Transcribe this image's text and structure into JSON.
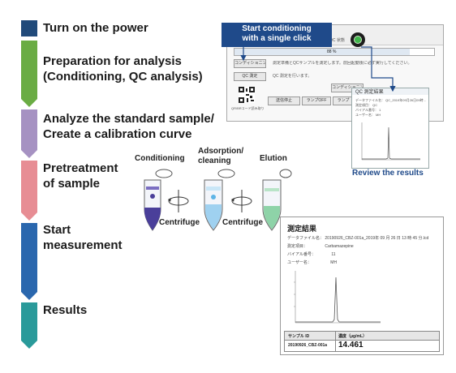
{
  "steps": [
    {
      "lines": [
        "Turn on the power"
      ],
      "color": "#214a7a"
    },
    {
      "lines": [
        "Preparation for analysis",
        "(Conditioning, QC analysis)"
      ],
      "color": "#6aac44"
    },
    {
      "lines": [
        "Analyze the standard sample/",
        "Create a calibration curve"
      ],
      "color": "#a692c2"
    },
    {
      "lines": [
        "Pretreatment",
        "of sample"
      ],
      "color": "#e78d94"
    },
    {
      "lines": [
        "Start",
        "measurement"
      ],
      "color": "#2a67ae"
    },
    {
      "lines": [
        "Results"
      ],
      "color": "#2a9a9a"
    }
  ],
  "callout": [
    "Start conditioning",
    "with a single click"
  ],
  "review_label": "Review the results",
  "process": {
    "conditioning": "Conditioning",
    "adsorption": [
      "Adsorption/",
      "cleaning"
    ],
    "elution": "Elution",
    "centrifuge": "Centrifuge"
  },
  "app": {
    "progress_text": "88 %",
    "qc_label": "QC 状態",
    "cond_button": "コンディショニング",
    "cond_message": "測定準備とQCサンプルを測定します。前回起動後に必ず実行してください。",
    "qc_button": "QC 測定",
    "qc_message": "QC 測定を行います。",
    "cond_button2": "コンディショニング",
    "barcode_caption": "QR/BRコード読み取り",
    "button_group": [
      "送信停止",
      "ランプOFF",
      "ランプ"
    ]
  },
  "qc_window": {
    "title": "QC 測定結果",
    "rows": [
      [
        "データファイル名：",
        "QC_2019年09月26日09時..."
      ],
      [
        "測定項目：",
        "QC"
      ],
      [
        "バイアル番号：",
        "1"
      ],
      [
        "ユーザー名：",
        "MH"
      ]
    ]
  },
  "results": {
    "title": "測定結果",
    "rows": [
      [
        "データファイル名：",
        "20190926_CBZ-001a_2019年 09 月 26 日 13 時 45 分.lcd"
      ],
      [
        "測定項目：",
        "Carbamazepine"
      ],
      [
        "バイアル番号：",
        "11"
      ],
      [
        "ユーザー名：",
        "MH"
      ]
    ],
    "table_headers": [
      "サンプル ID",
      "濃度（μg/mL）"
    ],
    "sample_id": "20190926_CBZ-001a",
    "concentration": "14.461"
  }
}
